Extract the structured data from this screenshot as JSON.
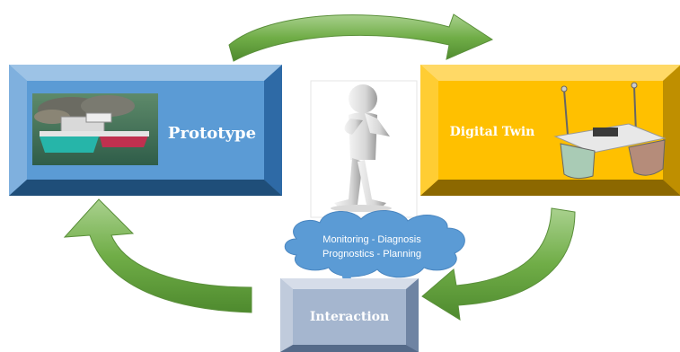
{
  "nodes": {
    "prototype": {
      "label": "Prototype",
      "color": "#5b9bd5"
    },
    "digital_twin": {
      "label": "Digital Twin",
      "color": "#ffc000"
    },
    "interaction": {
      "label": "Interaction",
      "color": "#a5b6cf"
    }
  },
  "cloud": {
    "line1": "Monitoring - Diagnosis",
    "line2": "Prognostics - Planning",
    "color": "#5b9bd5"
  },
  "arrows": {
    "color": "#70ad47",
    "highlight": "#c5e0b4",
    "flow": [
      "prototype",
      "digital_twin",
      "interaction",
      "prototype"
    ]
  },
  "center_figure": {
    "icon": "thinking-person-icon"
  }
}
